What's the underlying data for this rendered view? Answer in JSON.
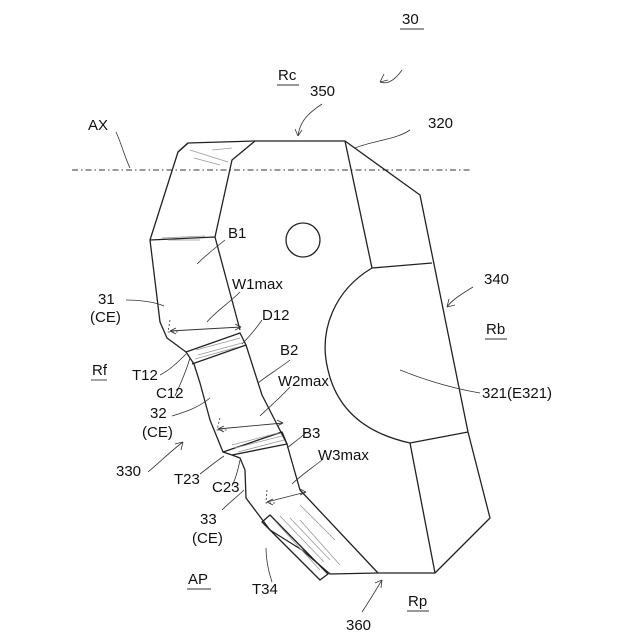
{
  "labels": {
    "ref_30": "30",
    "rc": "Rc",
    "ref_350": "350",
    "ref_320": "320",
    "ax": "AX",
    "b1": "B1",
    "w1max": "W1max",
    "ref_340": "340",
    "ref_31": "31",
    "ce_31": "(CE)",
    "d12": "D12",
    "rb": "Rb",
    "t12": "T12",
    "b2": "B2",
    "rf": "Rf",
    "c12": "C12",
    "w2max": "W2max",
    "ref_321": "321(E321)",
    "ref_32": "32",
    "ce_32": "(CE)",
    "b3": "B3",
    "ref_330": "330",
    "w3max": "W3max",
    "t23": "T23",
    "c23": "C23",
    "ref_33": "33",
    "ce_33": "(CE)",
    "ap": "AP",
    "t34": "T34",
    "rp": "Rp",
    "ref_360": "360"
  }
}
